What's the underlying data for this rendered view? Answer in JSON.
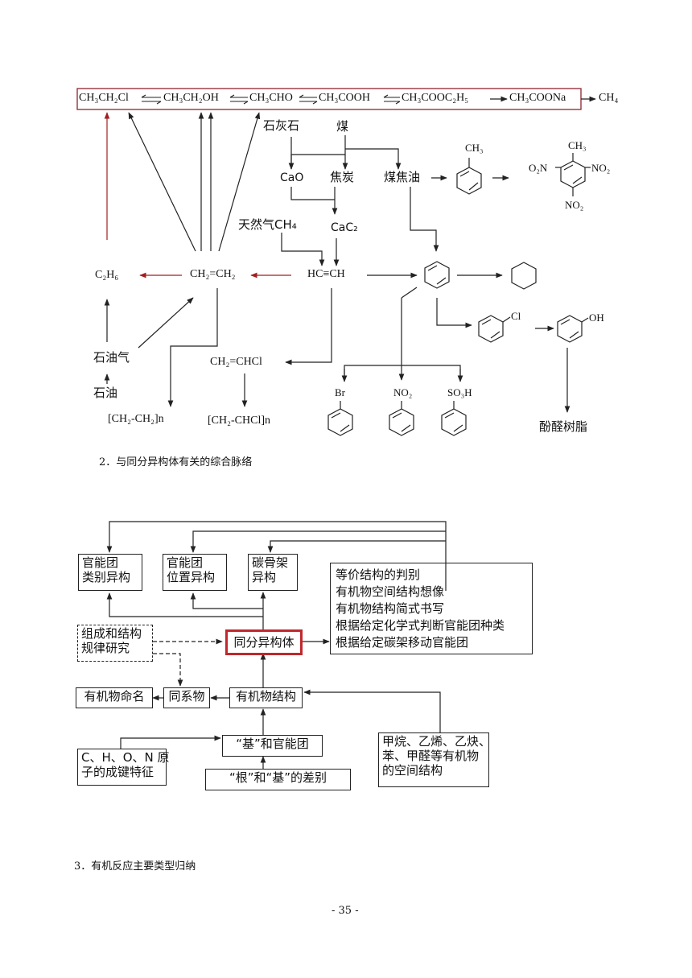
{
  "diagram1": {
    "chain": {
      "c1": "CH₃CH₂Cl",
      "c2": "CH₃CH₂OH",
      "c3": "CH₃CHO",
      "c4": "CH₃COOH",
      "c5": "CH₃COOC₂H₅",
      "c6": "CH₃COONa",
      "c7": "CH₄"
    },
    "limestone": "石灰石",
    "coal": "煤",
    "cao": "CaO",
    "coke": "焦炭",
    "coal_tar": "煤焦油",
    "natural_gas": "天然气CH₄",
    "cac2": "CaC₂",
    "toluene_sub": "CH₃",
    "tnt_ch3": "CH₃",
    "tnt_o2n": "O₂N",
    "tnt_no2_r": "NO₂",
    "tnt_no2_b": "NO₂",
    "ethane": "C₂H₆",
    "ethylene": "CH₂=CH₂",
    "acetylene": "HC≡CH",
    "petroleum_gas": "石油气",
    "petroleum": "石油",
    "vinyl_chloride": "CH₂=CHCl",
    "chlorobenzene_sub": "Cl",
    "phenol_sub": "OH",
    "br_sub": "Br",
    "no2_sub": "NO₂",
    "so3h_sub": "SO₃H",
    "pe": "[CH₂-CH₂]n",
    "pvc": "[CH₂-CHCl]n",
    "phenolic_resin": "酚醛树脂"
  },
  "caption2": "2．与同分异构体有关的综合脉络",
  "diagram2": {
    "box_class": "官能团\n类别异构",
    "box_position": "官能团\n位置异构",
    "box_carbon": "碳骨架\n异构",
    "box_list": [
      "等价结构的判别",
      "有机物空间结构想像",
      "有机物结构简式书写",
      "根据给定化学式判断官能团种类",
      "根据给定碳架移动官能团"
    ],
    "box_research": "组成和结构\n规律研究",
    "box_center": "同分异构体",
    "box_naming": "有机物命名",
    "box_homolog": "同系物",
    "box_structure": "有机物结构",
    "box_chon": "C、H、O、N 原\n子的成键特征",
    "box_groups": "“基”和官能团",
    "box_root_vs_group": "“根”和“基”的差别",
    "box_spatial": "甲烷、乙烯、乙炔、\n苯、甲醛等有机物\n的空间结构"
  },
  "caption3": "3．有机反应主要类型归纳",
  "page_number": "- 35 -"
}
